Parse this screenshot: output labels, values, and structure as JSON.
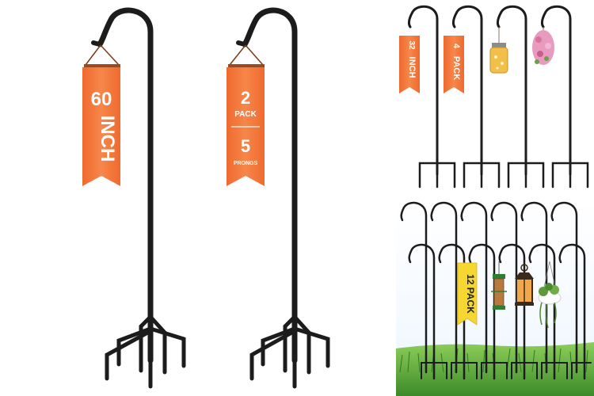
{
  "main_banner_1": {
    "line1": "60",
    "line2": "INCH"
  },
  "main_banner_2": {
    "qty": "2",
    "qty_unit": "PACK",
    "prongs": "5",
    "prongs_unit": "PRONGS"
  },
  "top_right": {
    "banner_a_num": "32",
    "banner_a_unit": "INCH",
    "banner_b_num": "4",
    "banner_b_unit": "PACK"
  },
  "bottom_right": {
    "tag": "12 PACK"
  },
  "colors": {
    "banner": "#f4773b",
    "pole": "#1c1c1c",
    "tag_yellow": "#f6d630",
    "grass": "#5aa33a",
    "sky_top": "#ffffff"
  }
}
